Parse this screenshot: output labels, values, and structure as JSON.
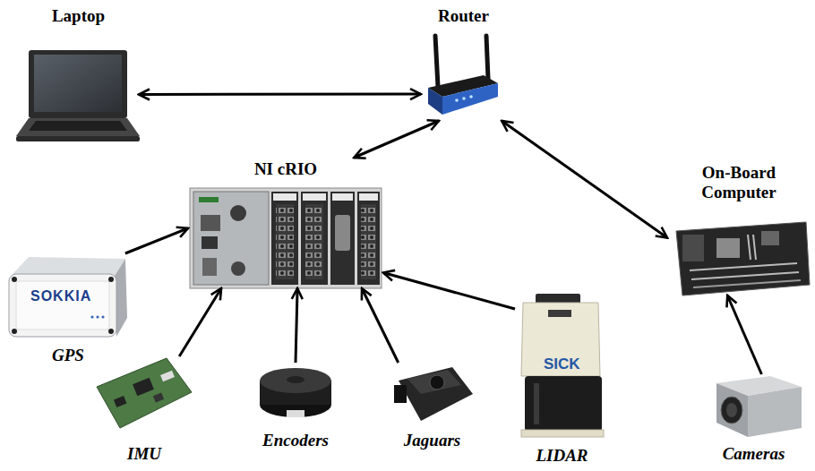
{
  "diagram": {
    "nodes": [
      {
        "text": [
          "Laptop"
        ]
      },
      {
        "text": [
          "Router"
        ]
      },
      {
        "text": [
          "NI cRIO"
        ]
      },
      {
        "text": [
          "On-Board Computer"
        ]
      },
      {
        "text": [
          "GPS"
        ]
      },
      {
        "text": [
          "IMU"
        ]
      },
      {
        "text": [
          "Encoders"
        ]
      },
      {
        "text": [
          "Jaguars"
        ]
      },
      {
        "text": [
          "LIDAR"
        ]
      },
      {
        "text": [
          "Cameras"
        ]
      }
    ],
    "edges": [
      {
        "from": 0,
        "to": 1,
        "arrow": "both"
      },
      {
        "from": 1,
        "to": 2,
        "arrow": "both"
      },
      {
        "from": 1,
        "to": 3,
        "arrow": "both"
      },
      {
        "from": 4,
        "to": 2,
        "arrow": "to"
      },
      {
        "from": 5,
        "to": 2,
        "arrow": "to"
      },
      {
        "from": 6,
        "to": 2,
        "arrow": "to"
      },
      {
        "from": 7,
        "to": 2,
        "arrow": "to"
      },
      {
        "from": 8,
        "to": 2,
        "arrow": "to"
      },
      {
        "from": 9,
        "to": 3,
        "arrow": "to"
      }
    ],
    "labels": [
      "SOKKIA",
      "SICK"
    ]
  }
}
